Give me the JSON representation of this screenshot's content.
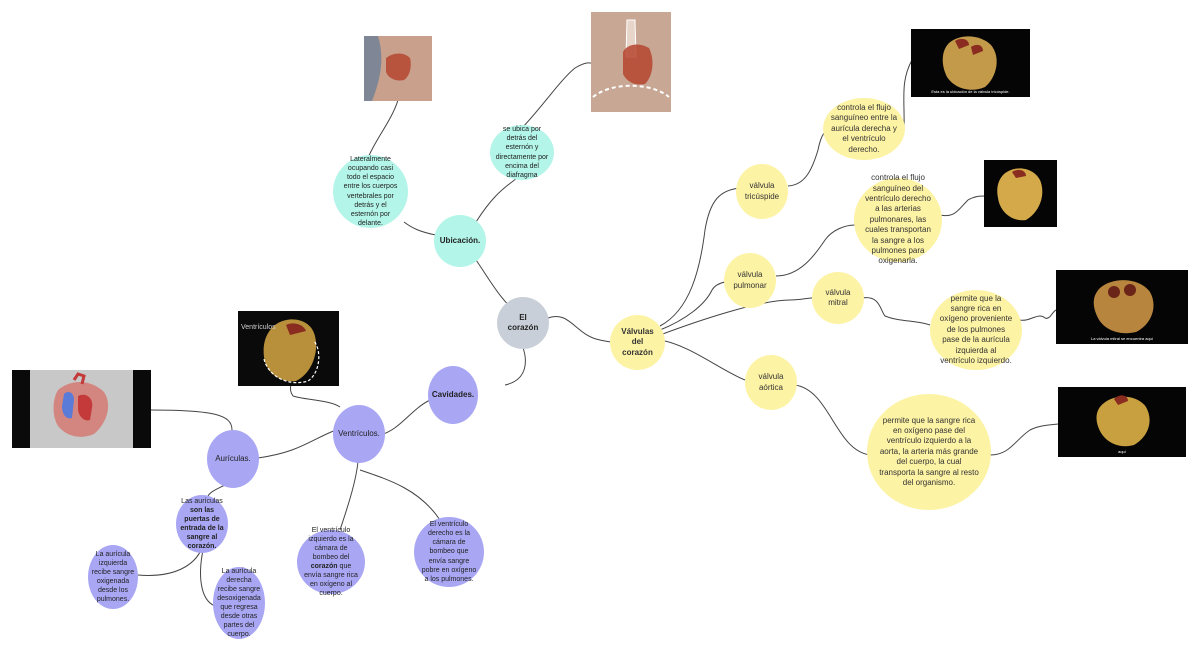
{
  "nodes": {
    "center": "El corazón",
    "ubicacion": "Ubicación.",
    "ubicacion_lateral": "Lateralmente ocupando casi todo el espacio entre los cuerpos vertebrales por detrás y el esternón por delante.",
    "ubicacion_detras": "se ubica por detrás del esternón y directamente por encima del diafragma",
    "cavidades": "Cavidades.",
    "ventriculos": "Ventrículos.",
    "auriculas": "Aurículas.",
    "auriculas_desc_pre": "Las aurículas",
    "auriculas_desc_bold": "son las puertas de entrada de la sangre al corazón.",
    "auricula_izq": "La aurícula izquierda recibe sangre oxigenada desde los pulmones.",
    "auricula_der": "La aurícula derecha recibe sangre desoxigenada que regresa desde otras partes del cuerpo.",
    "ventriculo_izq_pre": "El ventrículo izquierdo es la cámara de bombeo del",
    "ventriculo_izq_bold": "corazón",
    "ventriculo_izq_post": "que envía sangre rica en oxígeno al cuerpo.",
    "ventriculo_der": "El ventrículo derecho es la cámara de bombeo que envía sangre pobre en oxígeno a los pulmones.",
    "valvulas": "Válvulas del corazón",
    "tricuspide": "válvula tricúspide",
    "tricuspide_desc": "controla el flujo sanguíneo entre la aurícula derecha y el ventrículo derecho.",
    "pulmonar": "válvula pulmonar",
    "pulmonar_desc": "controla el flujo sanguíneo del ventrículo derecho a las arterias pulmonares, las cuales transportan la sangre a los pulmones para oxigenarla.",
    "mitral": "válvula mitral",
    "mitral_desc": "permite que la sangre rica en oxígeno proveniente de los pulmones pase de la aurícula izquierda al ventrículo izquierdo.",
    "aortica": "válvula aórtica",
    "aortica_desc": "permite que la sangre rica en oxígeno pase del ventrículo izquierdo a la aorta, la arteria más grande del cuerpo, la cual transporta la sangre al resto del organismo."
  },
  "images": {
    "ventriculos_label": "Ventrículos",
    "tricuspide_caption": "Esta es la ubicación de la válvula tricúspide.",
    "mitral_caption": "La válvula mitral se encuentra aquí",
    "aortica_caption": "aquí"
  },
  "colors": {
    "teal": "#b3f5e8",
    "center": "#c9cfd8",
    "yellow": "#fdf3a5",
    "purple": "#a9a7f4",
    "connector": "#444444"
  }
}
